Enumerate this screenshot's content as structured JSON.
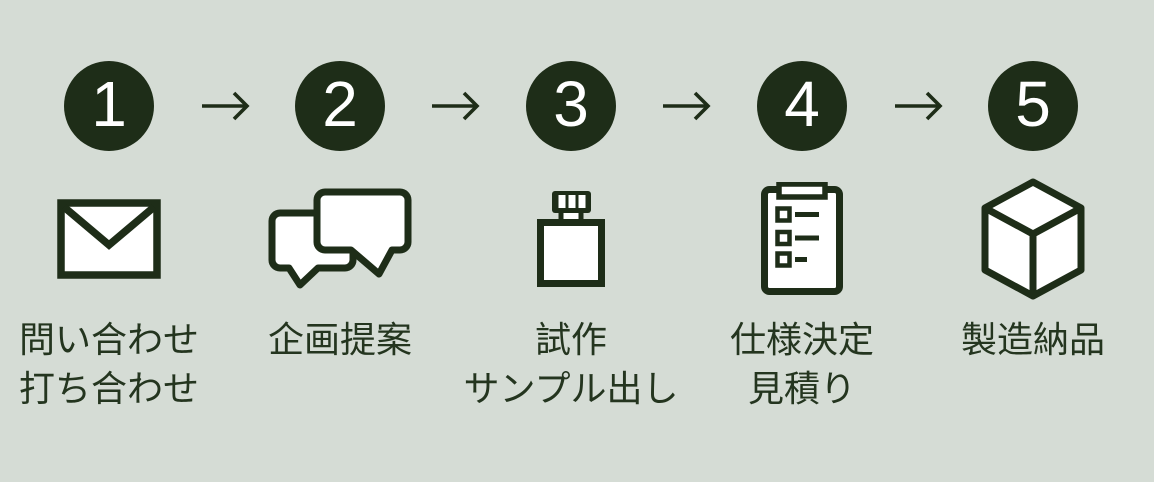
{
  "diagram": {
    "type": "process-flow",
    "direction": "left-to-right",
    "colors": {
      "background": "#d5dcd5",
      "accent_dark_green": "#1e2d18",
      "text": "#24351f",
      "icon_fill": "#ffffff",
      "badge_number": "#ffffff"
    },
    "connector_icon": "right-arrow-icon",
    "steps": [
      {
        "number": "1",
        "icon": "envelope-icon",
        "label_lines": [
          "問い合わせ",
          "打ち合わせ"
        ]
      },
      {
        "number": "2",
        "icon": "speech-bubbles-icon",
        "label_lines": [
          "企画提案"
        ]
      },
      {
        "number": "3",
        "icon": "perfume-bottle-icon",
        "label_lines": [
          "試作",
          "サンプル出し"
        ]
      },
      {
        "number": "4",
        "icon": "clipboard-checklist-icon",
        "label_lines": [
          "仕様決定",
          "見積り"
        ]
      },
      {
        "number": "5",
        "icon": "cube-box-icon",
        "label_lines": [
          "製造納品"
        ]
      }
    ]
  }
}
